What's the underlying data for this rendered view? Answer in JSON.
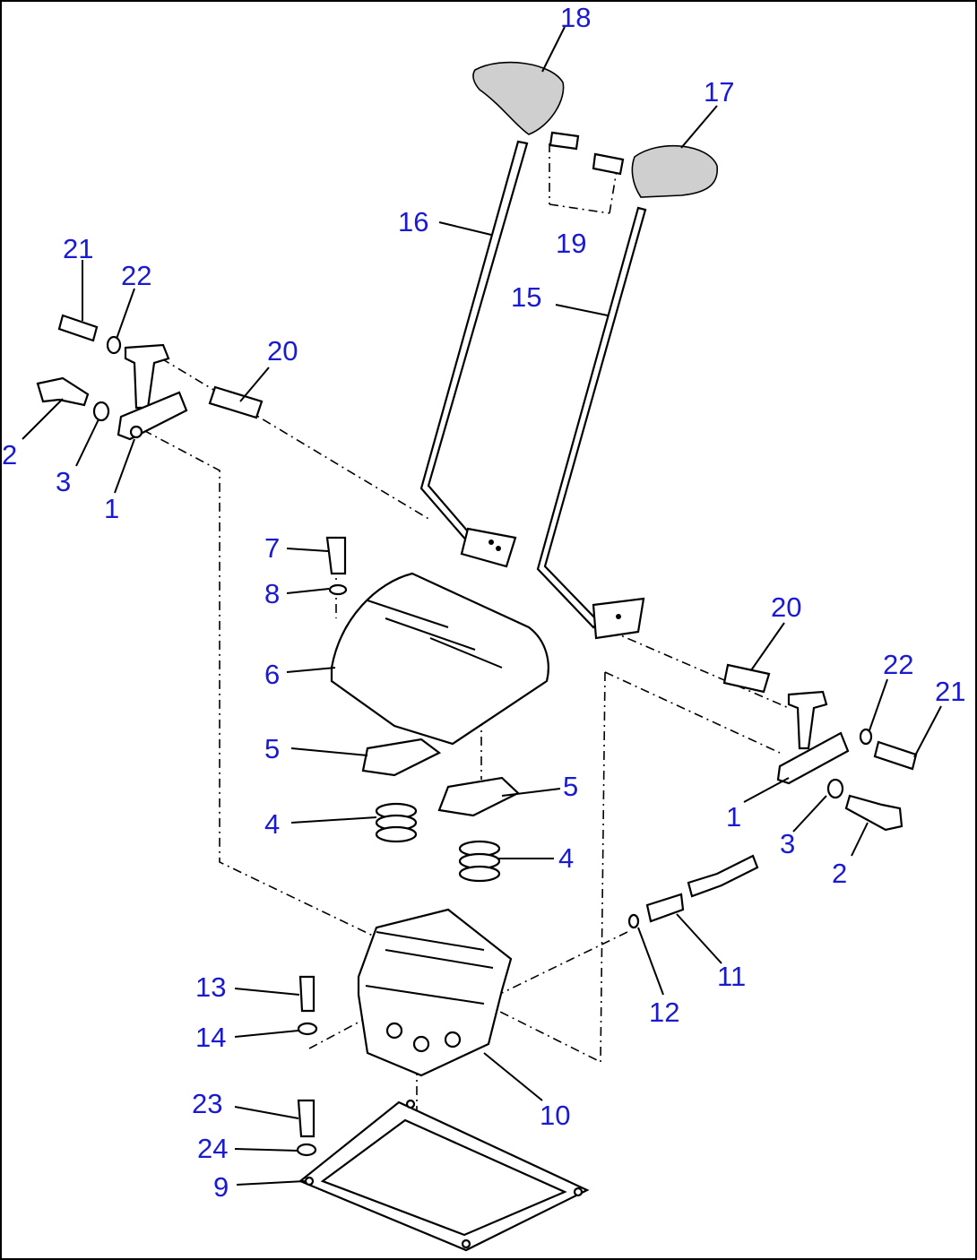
{
  "callouts": {
    "c1a": "1",
    "c1b": "1",
    "c2a": "2",
    "c2b": "2",
    "c3a": "3",
    "c3b": "3",
    "c4a": "4",
    "c4b": "4",
    "c5a": "5",
    "c5b": "5",
    "c6": "6",
    "c7": "7",
    "c8": "8",
    "c9": "9",
    "c10": "10",
    "c11": "11",
    "c12": "12",
    "c13": "13",
    "c14": "14",
    "c15": "15",
    "c16": "16",
    "c17": "17",
    "c18": "18",
    "c19": "19",
    "c20a": "20",
    "c20b": "20",
    "c21a": "21",
    "c21b": "21",
    "c22a": "22",
    "c22b": "22",
    "c23": "23",
    "c24": "24"
  },
  "colors": {
    "callout": "#1a1ad0",
    "line": "#000000",
    "background": "#ffffff"
  }
}
